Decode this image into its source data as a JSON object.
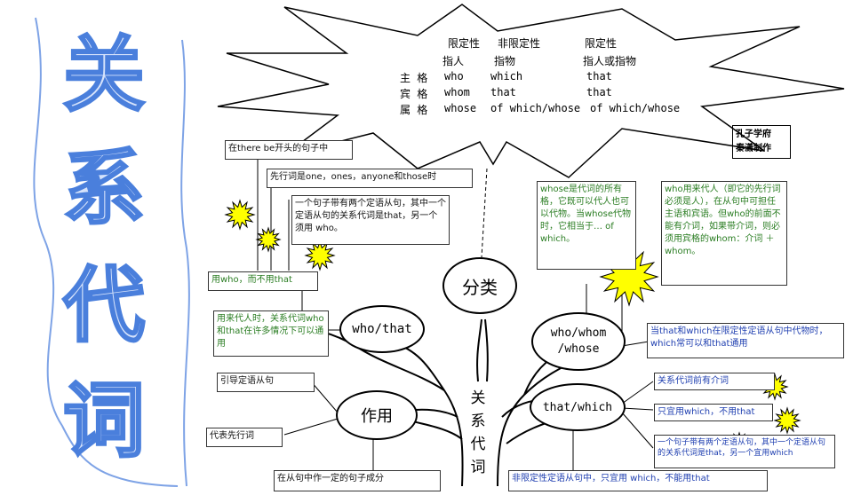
{
  "title_chars": [
    "关",
    "系",
    "代",
    "词"
  ],
  "table": {
    "header": [
      "限定性",
      "非限定性",
      "限定性"
    ],
    "subheader": [
      "指人",
      "指物",
      "指人或指物"
    ],
    "rows": [
      {
        "case": "主 格",
        "c1": "who",
        "c2": "which",
        "c3": "that"
      },
      {
        "case": "宾 格",
        "c1": "whom",
        "c2": "that",
        "c3": "that"
      },
      {
        "case": "属 格",
        "c1": "whose",
        "c2": "of which/whose",
        "c3": "of which/whose"
      }
    ]
  },
  "signature": [
    "孔子学府",
    "秦潇制作"
  ],
  "ovals": {
    "classify": "分类",
    "who_that": "who/that",
    "who_whom_whose": "who/whom\n/whose",
    "function": "作用",
    "that_which": "that/which"
  },
  "trunk_text": [
    "关",
    "系",
    "代",
    "词"
  ],
  "boxes": {
    "there_be": "在there be开头的句子中",
    "one_ones": "先行词是one，ones，anyone和those时",
    "two_clauses": "一个句子带有两个定语从句，其中一个定语从句的关系代词是that，另一个须用 who。",
    "use_who": "用who，而不用that",
    "refer_person": "用来代人时，关系代词who和that在许多情况下可以通用",
    "whose_desc": "whose是代词的所有格，它既可以代人也可以代物。当whose代物时，它相当于… of which。",
    "whom_desc": "who用来代人（即它的先行词必须是人），在从句中可担任主语和宾语。但who的前面不能有介词，如果带介词，则必须用宾格的whom：介词 ＋whom。",
    "that_which_same": "当that和which在限定性定语从句中代物时，which常可以和that通用",
    "prep_before": "关系代词前有介词",
    "only_which": "只宜用which，不用that",
    "two_clauses_b": "一个句子带有两个定语从句，其中一个定语从句的关系代词是that，另一个宜用which",
    "lead_clause": "引导定语从句",
    "replace_antecedent": "代表先行词",
    "act_component": "在从句中作一定的句子成分",
    "nonrestrictive": "非限定性定语从句中，只宜用 which，不能用that"
  },
  "colors": {
    "title_fill": "#d6e3fb",
    "title_stroke": "#4a7fdc",
    "star": "#ffff00",
    "green_text": "#2a7d22",
    "blue_text": "#1f3fb0"
  }
}
